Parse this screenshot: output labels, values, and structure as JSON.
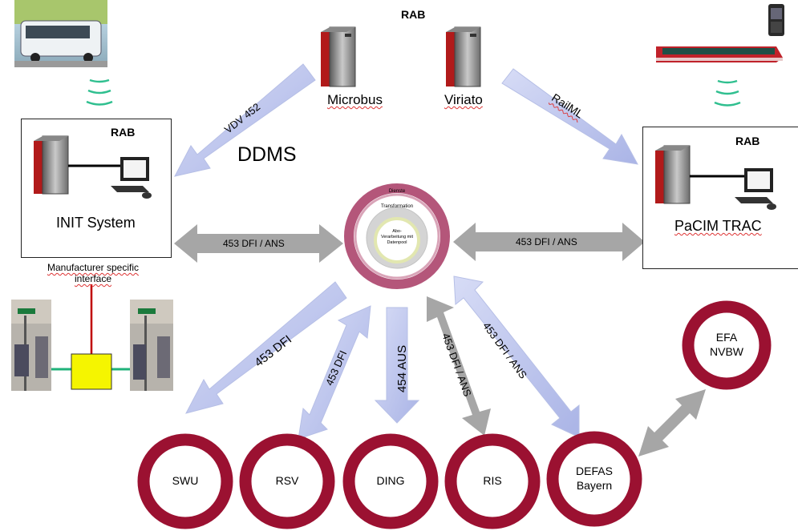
{
  "top": {
    "rab": "RAB",
    "microbus": "Microbus",
    "viriato": "Viriato"
  },
  "left_box": {
    "rab": "RAB",
    "name": "INIT System"
  },
  "right_box": {
    "rab": "RAB",
    "name": "PaCIM TRAC"
  },
  "ddms": "DDMS",
  "manufacturer_label": "Manufacturer specific interface",
  "hub": {
    "outer": "Dienste",
    "middle": "Transformation",
    "inner": "Abo-Verarbeitung mit Datenpool"
  },
  "arrows": {
    "vdv": "VDV 452",
    "railml": "RailML",
    "left_link": "453 DFI / ANS",
    "right_link": "453 DFI / ANS",
    "swu": "453 DFI",
    "rsv": "453 DFI",
    "ding": "454 AUS",
    "ris": "453 DFI / ANS",
    "defas": "453 DFI / ANS"
  },
  "rings": {
    "swu": "SWU",
    "rsv": "RSV",
    "ding": "DING",
    "ris": "RIS",
    "defas_1": "DEFAS",
    "defas_2": "Bayern",
    "efa_1": "EFA",
    "efa_2": "NVBW"
  },
  "colors": {
    "ring": "#9b1131",
    "arrow_blue": "#c4cbee",
    "arrow_gray": "#a6a6a6",
    "hub_ring": "#b4567a",
    "server_red": "#b11a1a",
    "yellow_box": "#f5f500",
    "wire_red": "#c00000",
    "wire_green": "#1fb27a",
    "signal_green": "#2fbf8f"
  },
  "icons": [
    "bus-image",
    "train-image",
    "phone-image",
    "bus-stop-image",
    "server-icon",
    "computer-icon",
    "signal-icon"
  ]
}
